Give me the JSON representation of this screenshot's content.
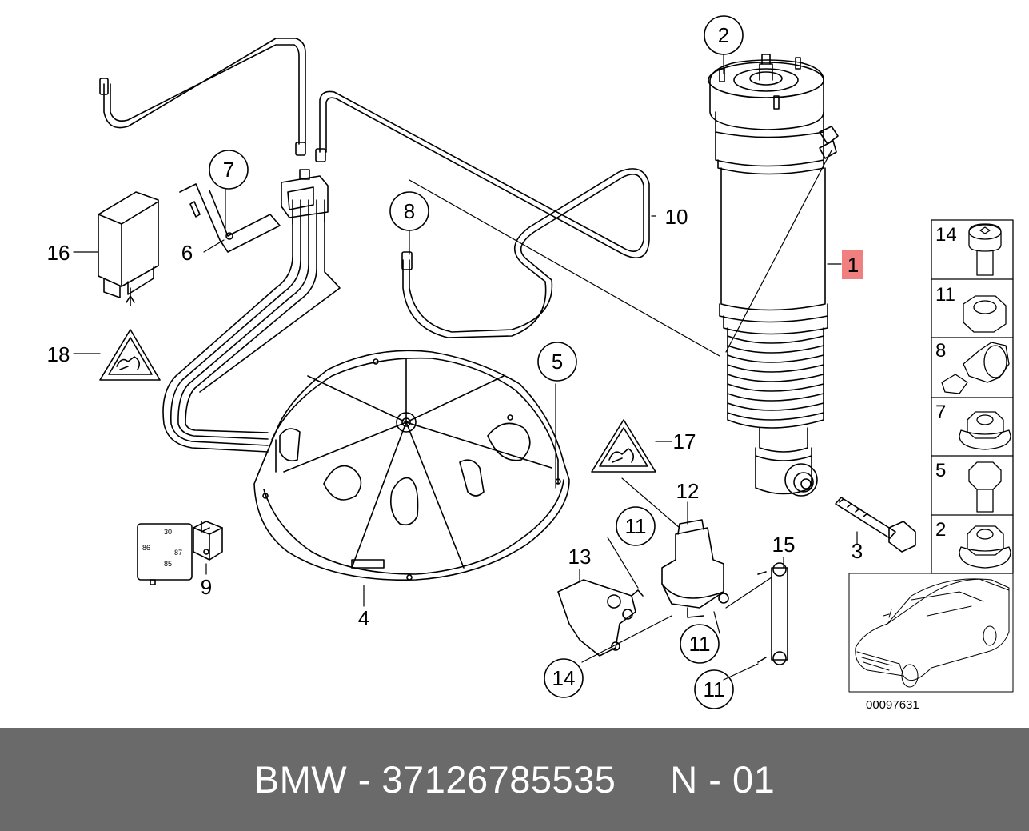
{
  "diagram": {
    "callouts": {
      "c1": "1",
      "c2": "2",
      "c3": "3",
      "c4": "4",
      "c5": "5",
      "c6": "6",
      "c7": "7",
      "c8": "8",
      "c9": "9",
      "c10": "10",
      "c11a": "11",
      "c11b": "11",
      "c11c": "11",
      "c12": "12",
      "c13": "13",
      "c14a": "14",
      "c15": "15",
      "c16": "16",
      "c17": "17",
      "c18": "18"
    },
    "relay_pins": {
      "p30": "30",
      "p86a": "86",
      "p87": "87",
      "p85": "85"
    },
    "side_panel": [
      "14",
      "11",
      "8",
      "7",
      "5",
      "2"
    ],
    "drawing_number": "00097631",
    "highlight_color": "#f08080"
  },
  "footer": {
    "text": "BMW - 37126785535     N - 01"
  }
}
